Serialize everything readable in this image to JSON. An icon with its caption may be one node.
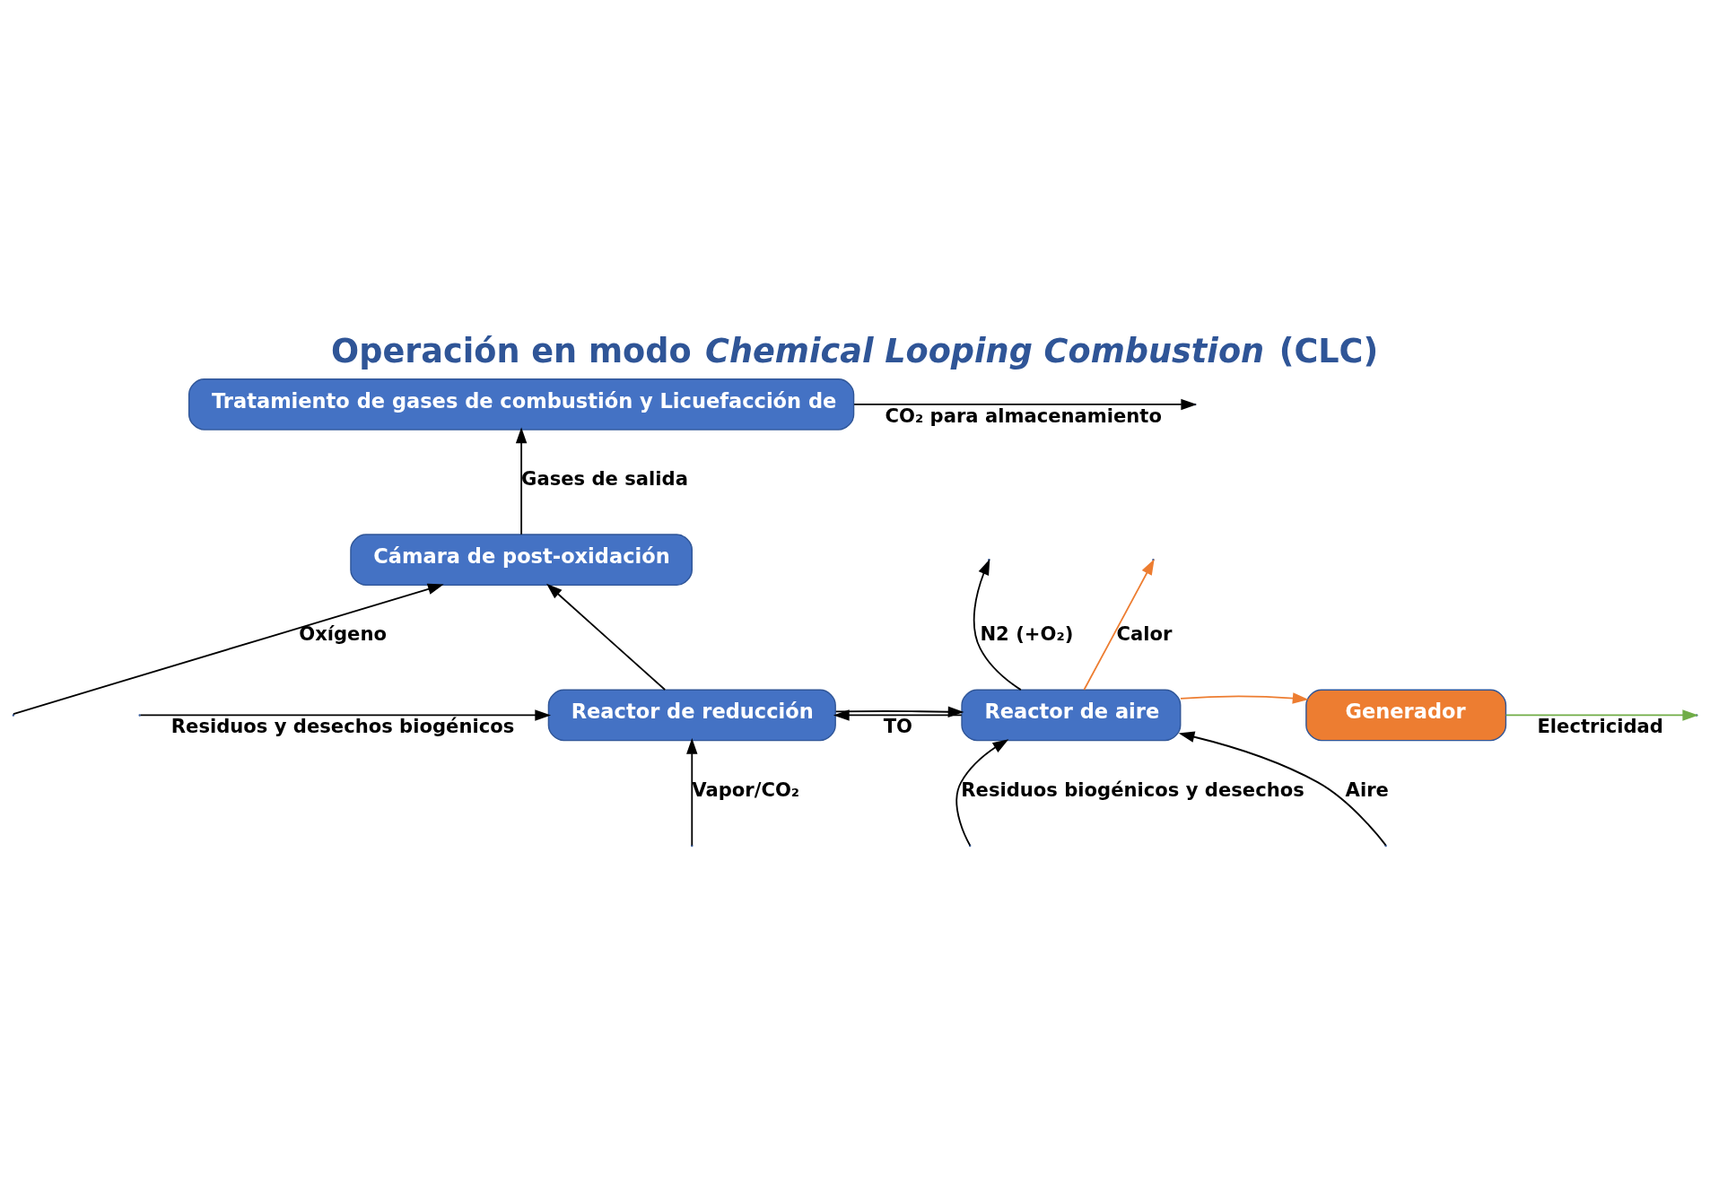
{
  "diagram": {
    "title": "Operación en modo *Chemical Looping Combustion* (CLC)",
    "nodes": [
      {
        "text": [
          "Tratamiento de gases de combustión y Licuefacción de"
        ]
      },
      {
        "text": [
          "Cámara de post-oxidación"
        ]
      },
      {
        "text": [
          "Reactor de reducción"
        ]
      },
      {
        "text": [
          "Reactor de aire"
        ]
      },
      {
        "text": [
          "Generador"
        ]
      }
    ],
    "edges": [
      {
        "from": null,
        "to": 1,
        "arrow": "to",
        "label": "Oxígeno"
      },
      {
        "from": 1,
        "to": 0,
        "arrow": "to",
        "label": "Gases de salida"
      },
      {
        "from": 0,
        "to": null,
        "arrow": "to",
        "label": "CO₂ para almacenamiento"
      },
      {
        "from": 2,
        "to": 1,
        "arrow": "to"
      },
      {
        "from": null,
        "to": 2,
        "arrow": "to",
        "label": "Residuos y desechos biogénicos"
      },
      {
        "from": null,
        "to": 2,
        "arrow": "to",
        "label": "Vapor/CO₂"
      },
      {
        "from": 2,
        "to": 3,
        "arrow": "to"
      },
      {
        "from": 3,
        "to": 2,
        "arrow": "to",
        "label": "TO"
      },
      {
        "from": null,
        "to": 3,
        "arrow": "to",
        "label": "Aire"
      },
      {
        "from": 3,
        "to": null,
        "arrow": "to",
        "label": "N2 (+O₂)"
      },
      {
        "from": 3,
        "to": null,
        "arrow": "to",
        "label": "Calor",
        "color": "#ed7d31"
      },
      {
        "from": null,
        "to": 3,
        "arrow": "to",
        "label": "Residuos biogénicos y desechos"
      },
      {
        "from": 3,
        "to": 4,
        "arrow": "to",
        "color": "#ed7d31"
      },
      {
        "from": 4,
        "to": null,
        "arrow": "to",
        "label": "Electricidad",
        "color": "#70ad47"
      }
    ]
  }
}
